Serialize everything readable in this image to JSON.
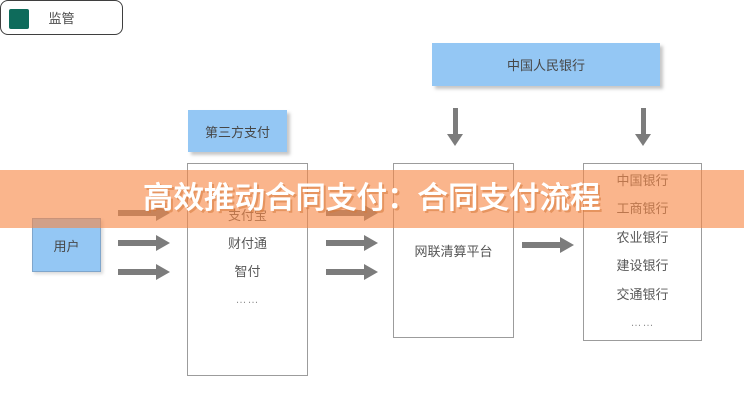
{
  "colors": {
    "blue_fill": "#94C7F4",
    "banner_orange": "#F78845",
    "arrow_gray": "#7C7C7C",
    "border_gray": "#9C9C9C",
    "logo_green": "#0E6B5B"
  },
  "banner": {
    "title": "高效推动合同支付：合同支付流程"
  },
  "nodes": {
    "central_bank": "中国人民银行",
    "supervision": "监管",
    "user": "用户",
    "third_party_header": "第三方支付",
    "clearing_platform": "网联清算平台"
  },
  "third_party_items": [
    "支付宝",
    "财付通",
    "智付",
    "……"
  ],
  "bank_items": [
    "中国银行",
    "工商银行",
    "农业银行",
    "建设银行",
    "交通银行",
    "……"
  ]
}
